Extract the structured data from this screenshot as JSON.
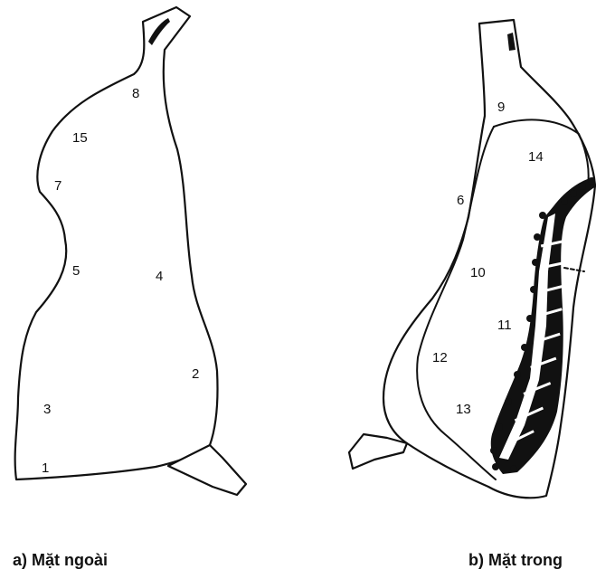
{
  "panel_a": {
    "caption": "a)  Mặt ngoài",
    "labels": {
      "l1": "1",
      "l2": "2",
      "l3": "3",
      "l4": "4",
      "l5": "5",
      "l7": "7",
      "l8": "8",
      "l15": "15"
    }
  },
  "panel_b": {
    "caption": "b) Mặt trong",
    "labels": {
      "l6": "6",
      "l9": "9",
      "l10": "10",
      "l11": "11",
      "l12": "12",
      "l13": "13",
      "l14": "14"
    }
  },
  "icons": {
    "outer_cut": "carcass-outer-side-icon",
    "inner_cut": "carcass-inner-side-icon",
    "ribs": "rib-bones-icon"
  }
}
